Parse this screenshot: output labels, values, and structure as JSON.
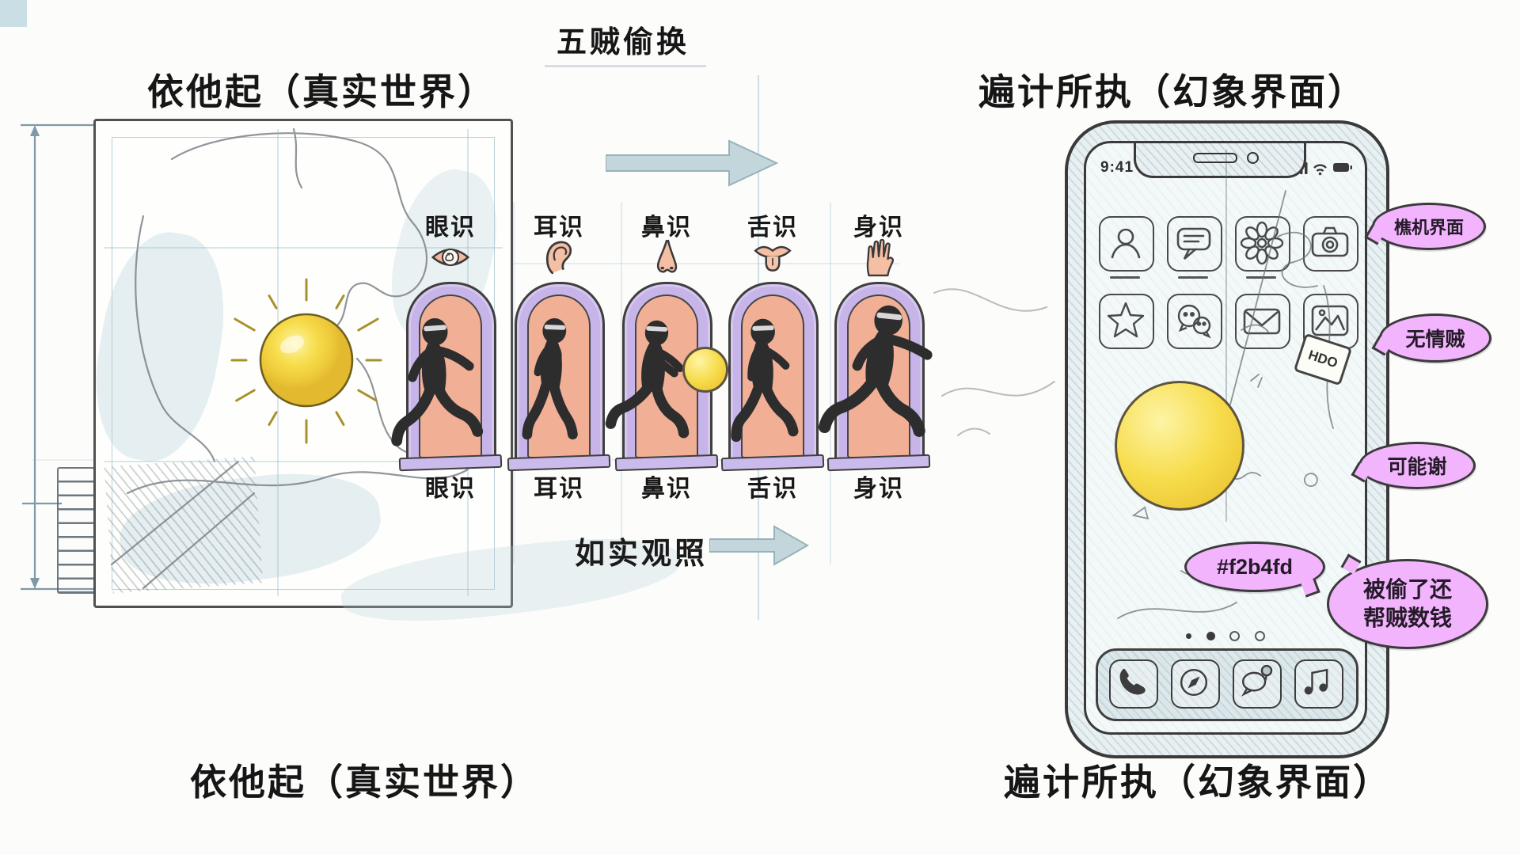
{
  "header": {
    "title": "五贼偷换"
  },
  "scenes": {
    "left": {
      "top_title": "依他起（真实世界）",
      "bottom_title": "依他起（真实世界）"
    },
    "right": {
      "top_title": "遍计所执（幻象界面）",
      "bottom_title": "遍计所执（幻象界面）"
    }
  },
  "process": {
    "bottom_label": "如实观照",
    "arrows": [
      "top-right-arrow",
      "bottom-right-arrow"
    ]
  },
  "senses": [
    {
      "id": "eye",
      "label": "眼识",
      "icon": "eye-icon"
    },
    {
      "id": "ear",
      "label": "耳识",
      "icon": "ear-icon"
    },
    {
      "id": "nose",
      "label": "鼻识",
      "icon": "nose-icon"
    },
    {
      "id": "tongue",
      "label": "舌识",
      "icon": "tongue-icon"
    },
    {
      "id": "body",
      "label": "身识",
      "icon": "hand-icon"
    }
  ],
  "phone": {
    "status_time": "9:41",
    "status_icons": [
      "signal-bars",
      "wifi",
      "battery"
    ],
    "notch_parts": [
      "speaker-slot",
      "camera-dot"
    ],
    "app_grid_row1": [
      "contacts",
      "messages",
      "flower-photos",
      "camera"
    ],
    "app_grid_row2": [
      "star",
      "wechat",
      "mail",
      "gallery"
    ],
    "sticker_tag": "HDO",
    "page_dots_filled": 2,
    "page_dots_hollow": 2,
    "dock_icons": [
      "phone-call",
      "safari-compass",
      "chat",
      "music"
    ]
  },
  "bubbles": [
    {
      "id": "ui-label",
      "text": "樵机界面"
    },
    {
      "id": "heartless-thief",
      "text": "无情贼"
    },
    {
      "id": "maybe",
      "text": "可能谢"
    },
    {
      "id": "hex-color",
      "text": "#f2b4fd"
    },
    {
      "id": "stolen",
      "line1": "被偷了还",
      "line2": "帮贼数钱"
    }
  ],
  "colors": {
    "bubble_fill": "#f2b4fd",
    "door_frame": "#c7b5e9",
    "door_inner": "#f1af95",
    "sun_yellow": "#f6dc4a",
    "wash_blue": "#cfe2e8",
    "ink": "#1b1b1b"
  }
}
